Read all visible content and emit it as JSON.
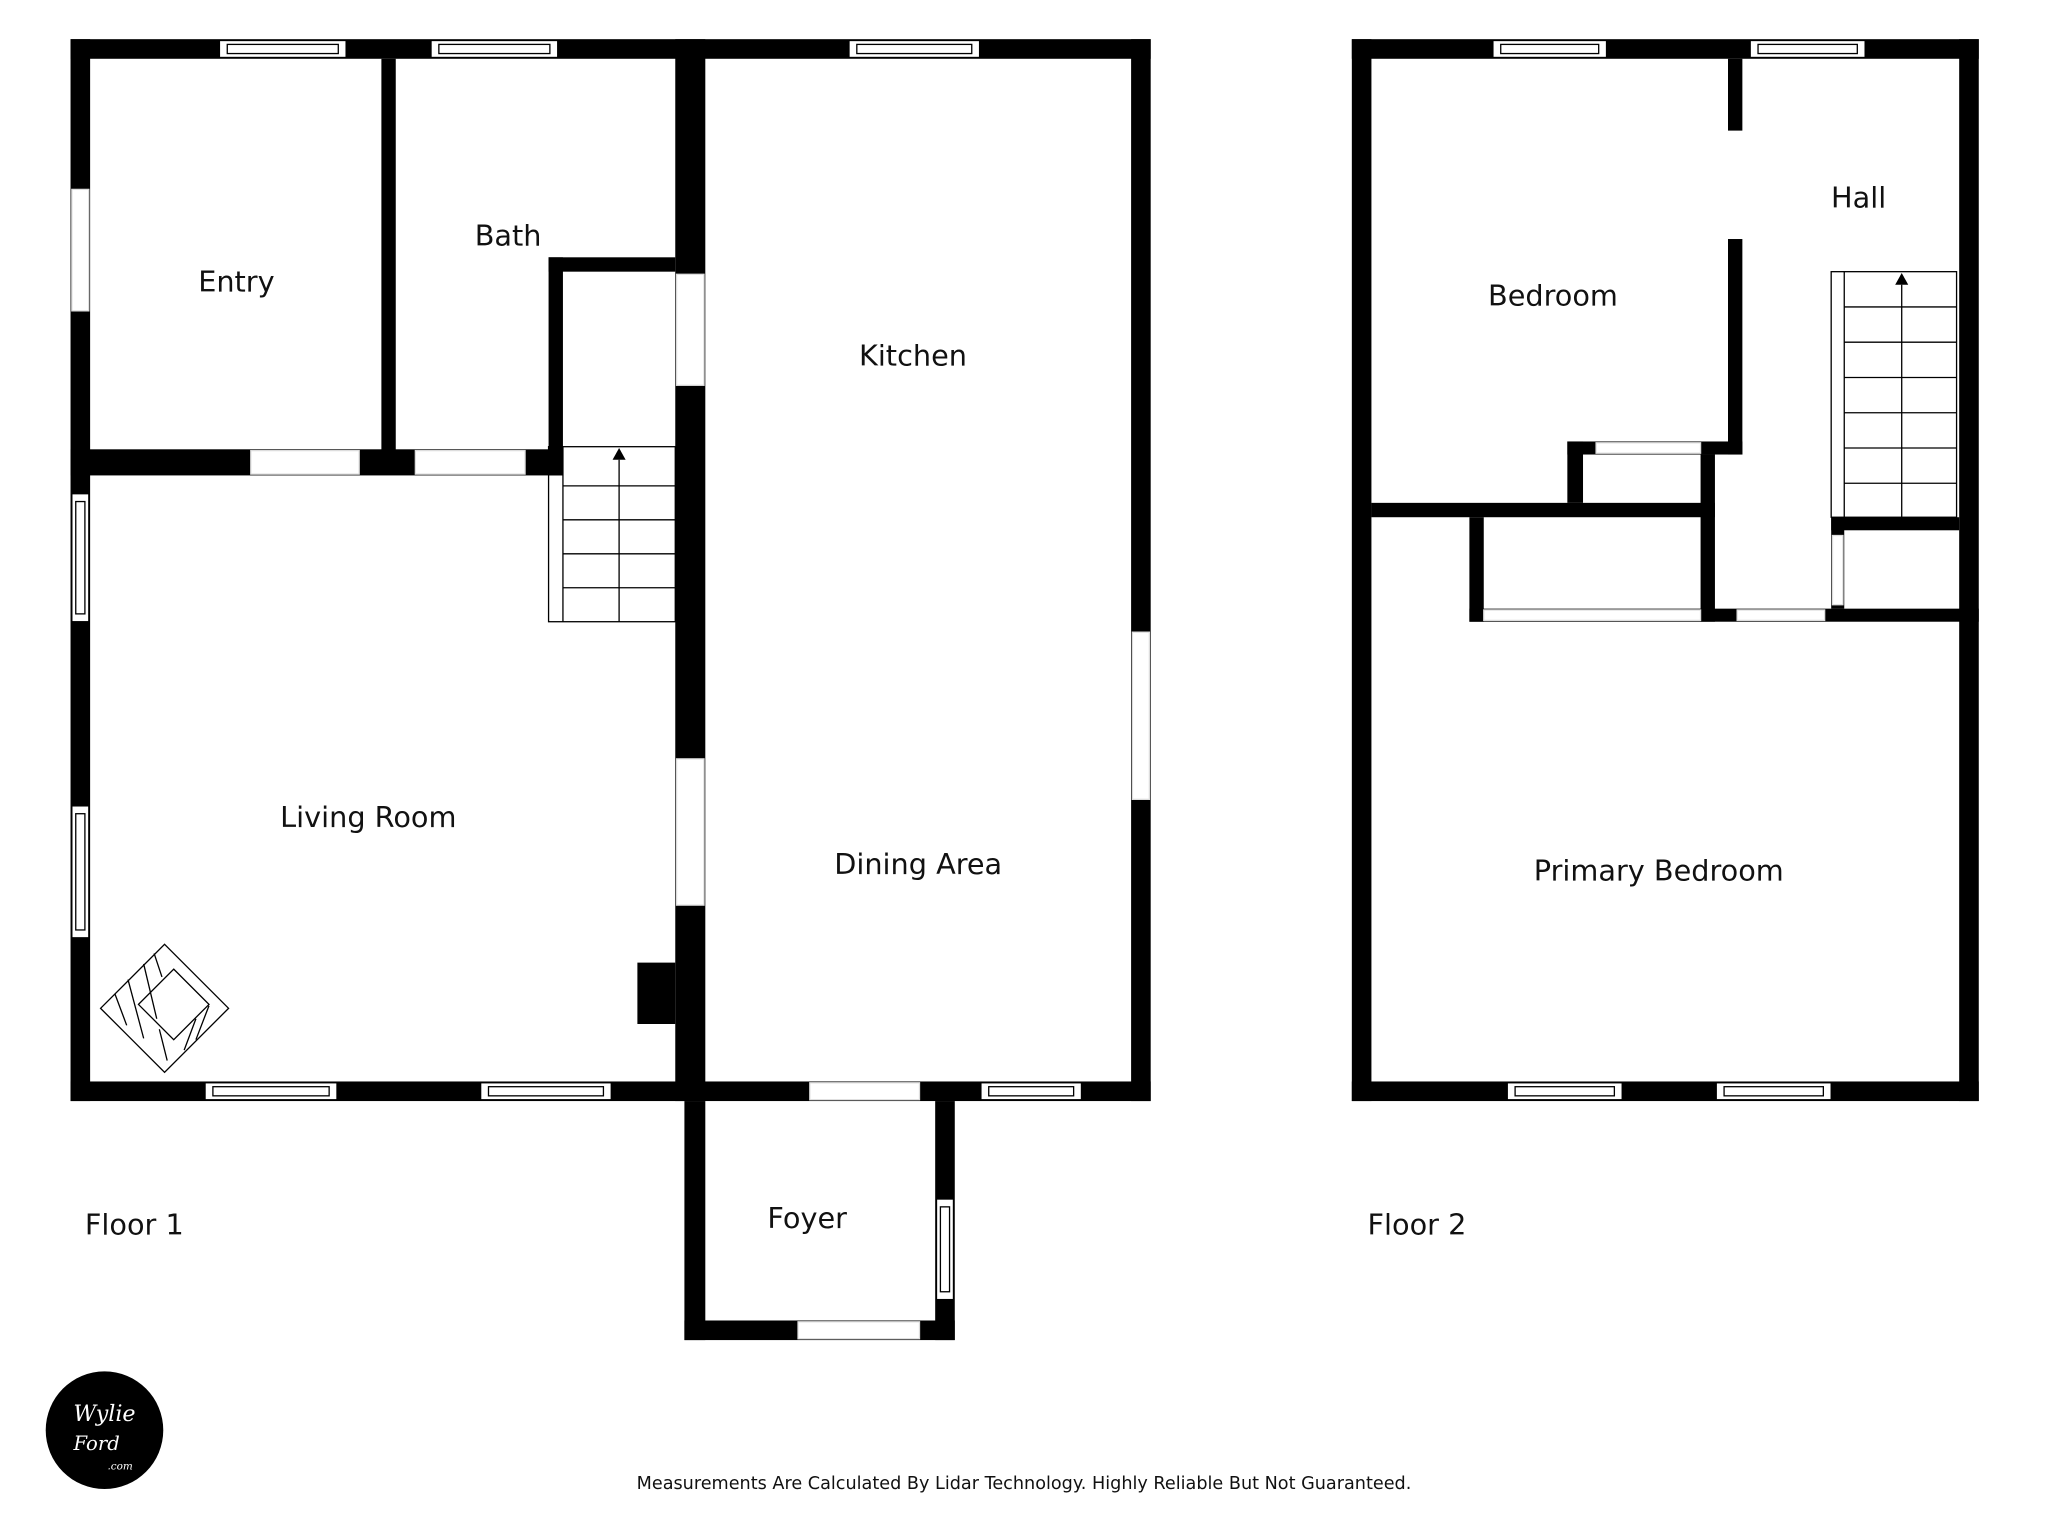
{
  "floor1": {
    "label": "Floor 1",
    "rooms": [
      "Entry",
      "Bath",
      "Kitchen",
      "Living Room",
      "Dining Area",
      "Foyer"
    ]
  },
  "floor2": {
    "label": "Floor 2",
    "rooms": [
      "Bedroom",
      "Hall",
      "Primary Bedroom"
    ]
  },
  "logo": {
    "text": "Wylie Ford .com"
  },
  "footer": {
    "disclaimer": "Measurements Are Calculated By Lidar Technology. Highly Reliable But Not Guaranteed."
  }
}
